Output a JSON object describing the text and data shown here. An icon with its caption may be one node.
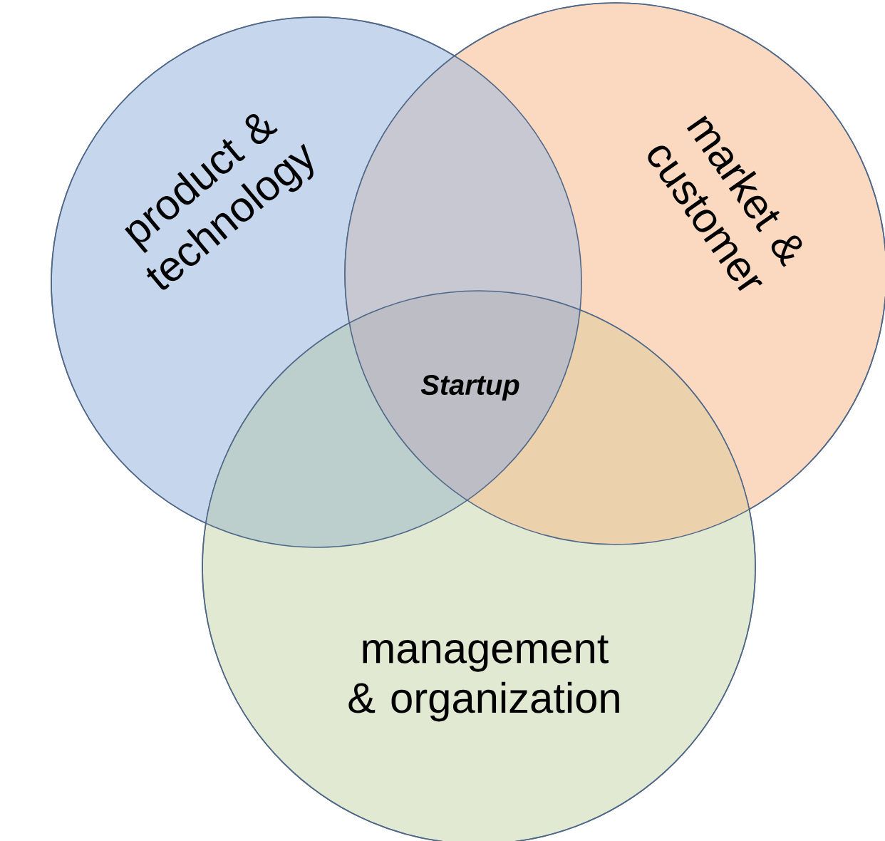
{
  "diagram": {
    "nodes": [
      {
        "text": [
          "product & technology"
        ]
      },
      {
        "text": [
          "market & customer"
        ]
      },
      {
        "text": [
          "management & organization"
        ]
      }
    ],
    "labels": [
      "Startup"
    ]
  }
}
